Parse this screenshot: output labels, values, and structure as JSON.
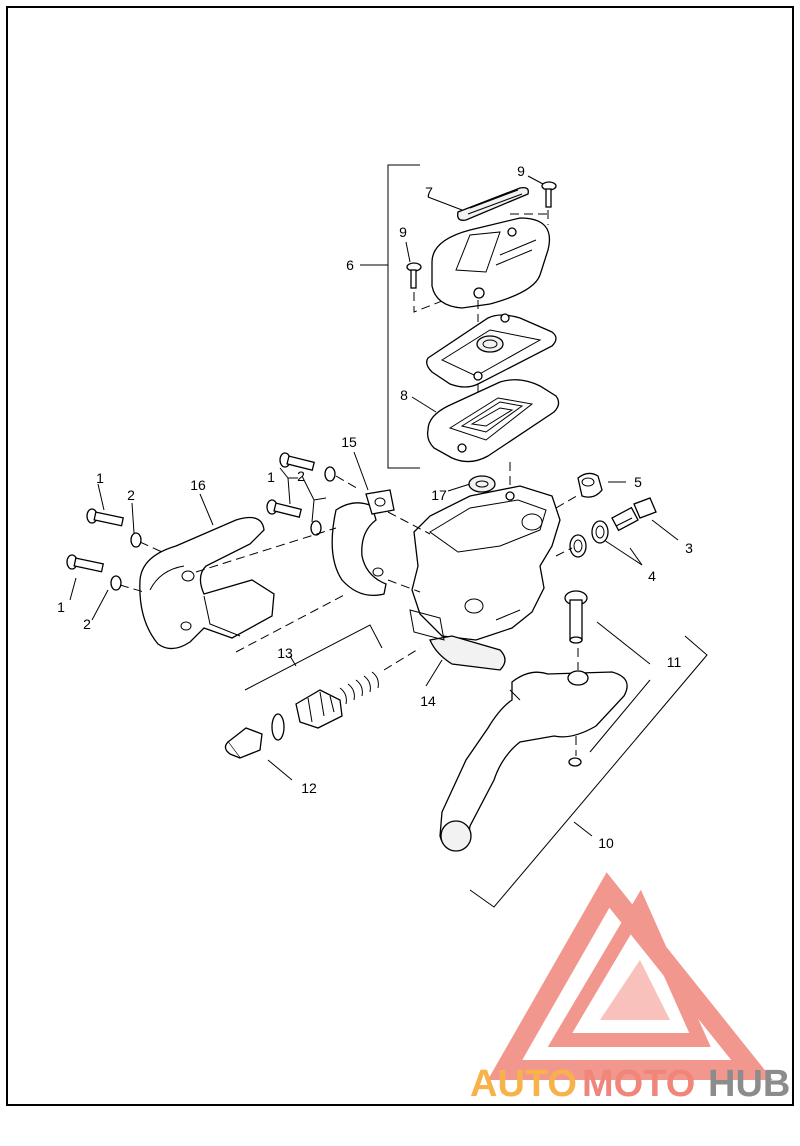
{
  "callouts": {
    "c1a": "1",
    "c1b": "1",
    "c1c": "1",
    "c2a": "2",
    "c2b": "2",
    "c2c": "2",
    "c3": "3",
    "c4": "4",
    "c5": "5",
    "c6": "6",
    "c7": "7",
    "c8": "8",
    "c9a": "9",
    "c9b": "9",
    "c10": "10",
    "c11": "11",
    "c12": "12",
    "c13": "13",
    "c14": "14",
    "c15": "15",
    "c16": "16",
    "c17": "17"
  },
  "watermark": {
    "part1": "AUTO",
    "part2": "MOTO",
    "part3": "HUB",
    "colors": {
      "red": "#f0857a",
      "orange": "#f7b24a",
      "gray": "#8c8c8c"
    }
  }
}
